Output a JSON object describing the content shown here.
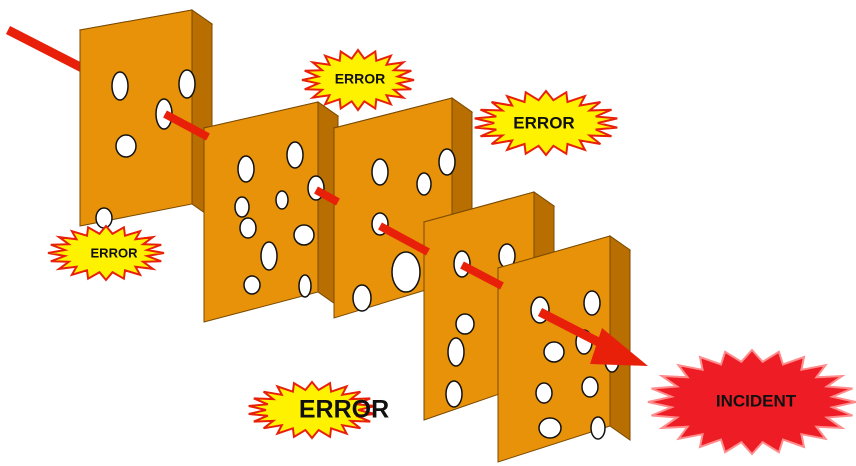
{
  "colors": {
    "slice_face": "#E8920A",
    "slice_side": "#B86E00",
    "slice_top": "#F3B24A",
    "slice_edge": "#7A4A00",
    "hole": "#FFFFFF",
    "arrow": "#E8200A",
    "burst_fill": "#FFF200",
    "burst_stroke": "#E8200A",
    "incident_fill": "#EE1C25",
    "incident_stroke": "#FF8C8C"
  },
  "icons": {
    "slice": "swiss-cheese-slice",
    "error_burst": "starburst",
    "incident_burst": "starburst"
  },
  "labels": {
    "error_1": "ERROR",
    "error_2": "ERROR",
    "error_3": "ERROR",
    "error_4": "ERROR",
    "incident": "INCIDENT"
  }
}
